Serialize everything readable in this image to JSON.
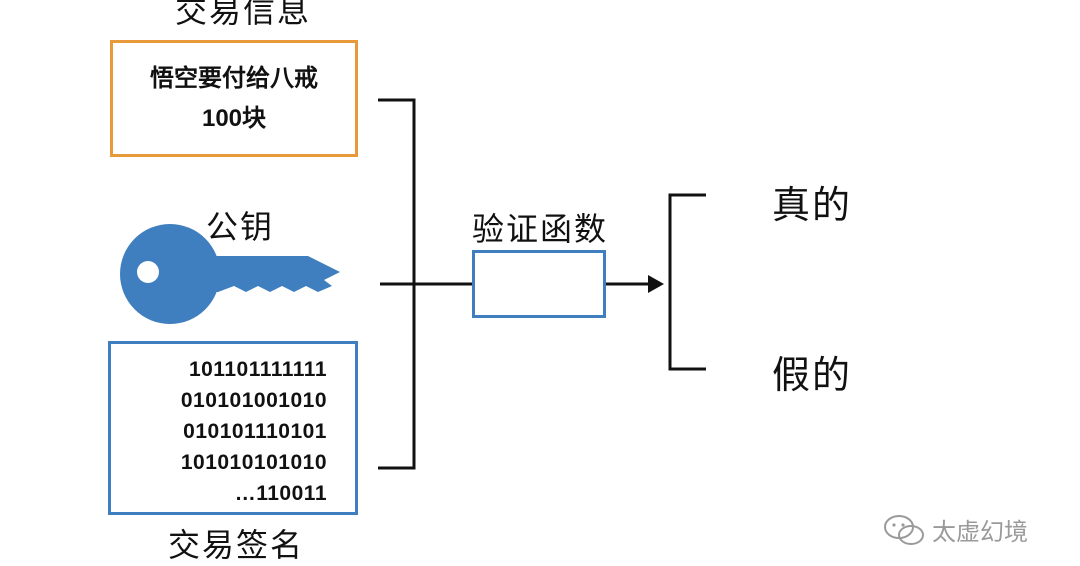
{
  "transaction_info": {
    "title": "交易信息",
    "lines": [
      "悟空要付给八戒",
      "100块"
    ]
  },
  "public_key": {
    "title": "公钥",
    "icon": "key-icon",
    "color": "#3f7fbf"
  },
  "signature": {
    "title": "交易签名",
    "lines": [
      "101101111111",
      "010101001010",
      "010101110101",
      "101010101010",
      "…110011"
    ]
  },
  "verify_function": {
    "title": "验证函数"
  },
  "results": {
    "true": "真的",
    "false": "假的"
  },
  "watermark": {
    "text": "太虚幻境",
    "icon": "wechat-icon"
  },
  "colors": {
    "transaction_border": "#e89a3a",
    "signature_border": "#3f7fbf",
    "function_border": "#3f7fbf",
    "key_fill": "#3f7fbf"
  }
}
